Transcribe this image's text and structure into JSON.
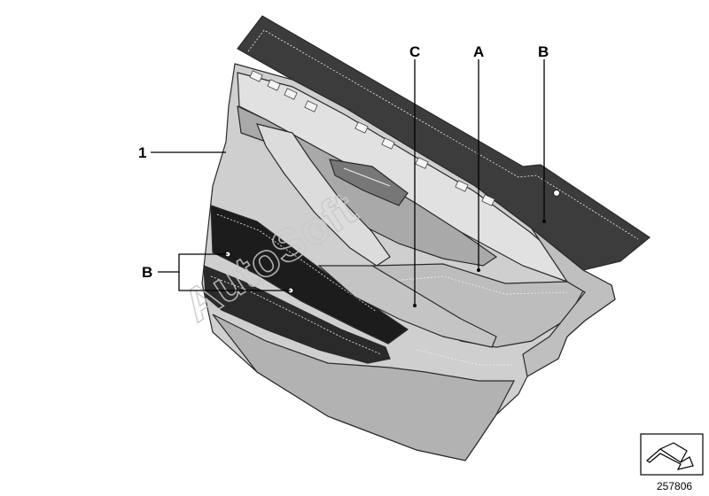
{
  "callouts": {
    "part_1": "1",
    "label_a": "A",
    "label_b_top": "B",
    "label_b_left": "B",
    "label_c": "C"
  },
  "watermark": "AutoSoft",
  "reference_number": "257806",
  "colors": {
    "panel_light": "#cccccc",
    "panel_mid": "#b4b4b4",
    "panel_dark": "#555555",
    "trim_black": "#1c1c1c",
    "outline": "#2a2a2a"
  }
}
